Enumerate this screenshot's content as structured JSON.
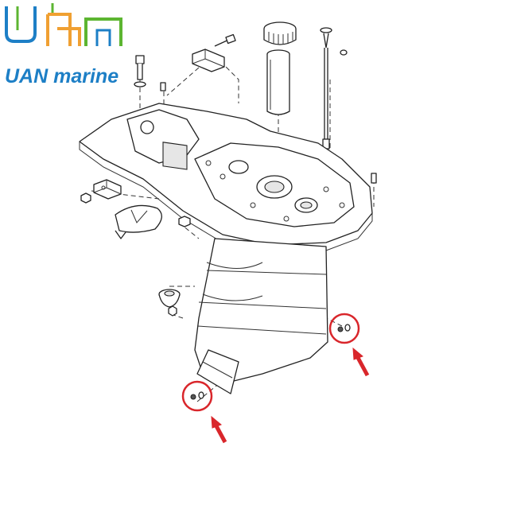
{
  "brand": {
    "logo_lines": "uan",
    "name_part1": "UAN",
    "name_part2": "marine",
    "colors": {
      "blue": "#1d7fc6",
      "green": "#5cb531",
      "orange": "#f0a032"
    }
  },
  "highlight": {
    "circle_color": "#d9262b",
    "arrow_color": "#d9262b",
    "count": 2
  }
}
